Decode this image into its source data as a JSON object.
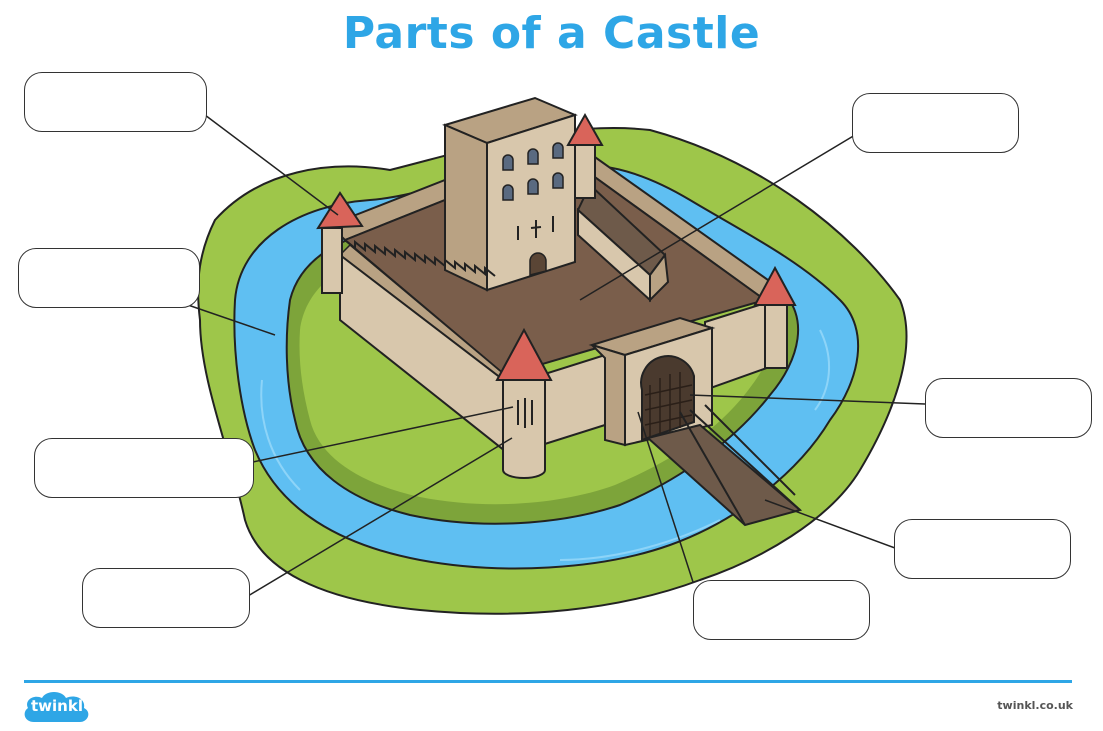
{
  "title": "Parts of a Castle",
  "footer": {
    "brand": "twinkl",
    "website": "twinkl.co.uk"
  },
  "colors": {
    "title": "#2ea6e6",
    "grass": "#9ec64a",
    "grass_dark": "#7da43a",
    "moat": "#5fbff2",
    "stone": "#d8c7ac",
    "stone_shade": "#b9a283",
    "courtyard": "#7a5e4b",
    "roof": "#d9645a",
    "wood": "#6e5a4a"
  },
  "icons": [
    "twinkl-logo-icon"
  ]
}
